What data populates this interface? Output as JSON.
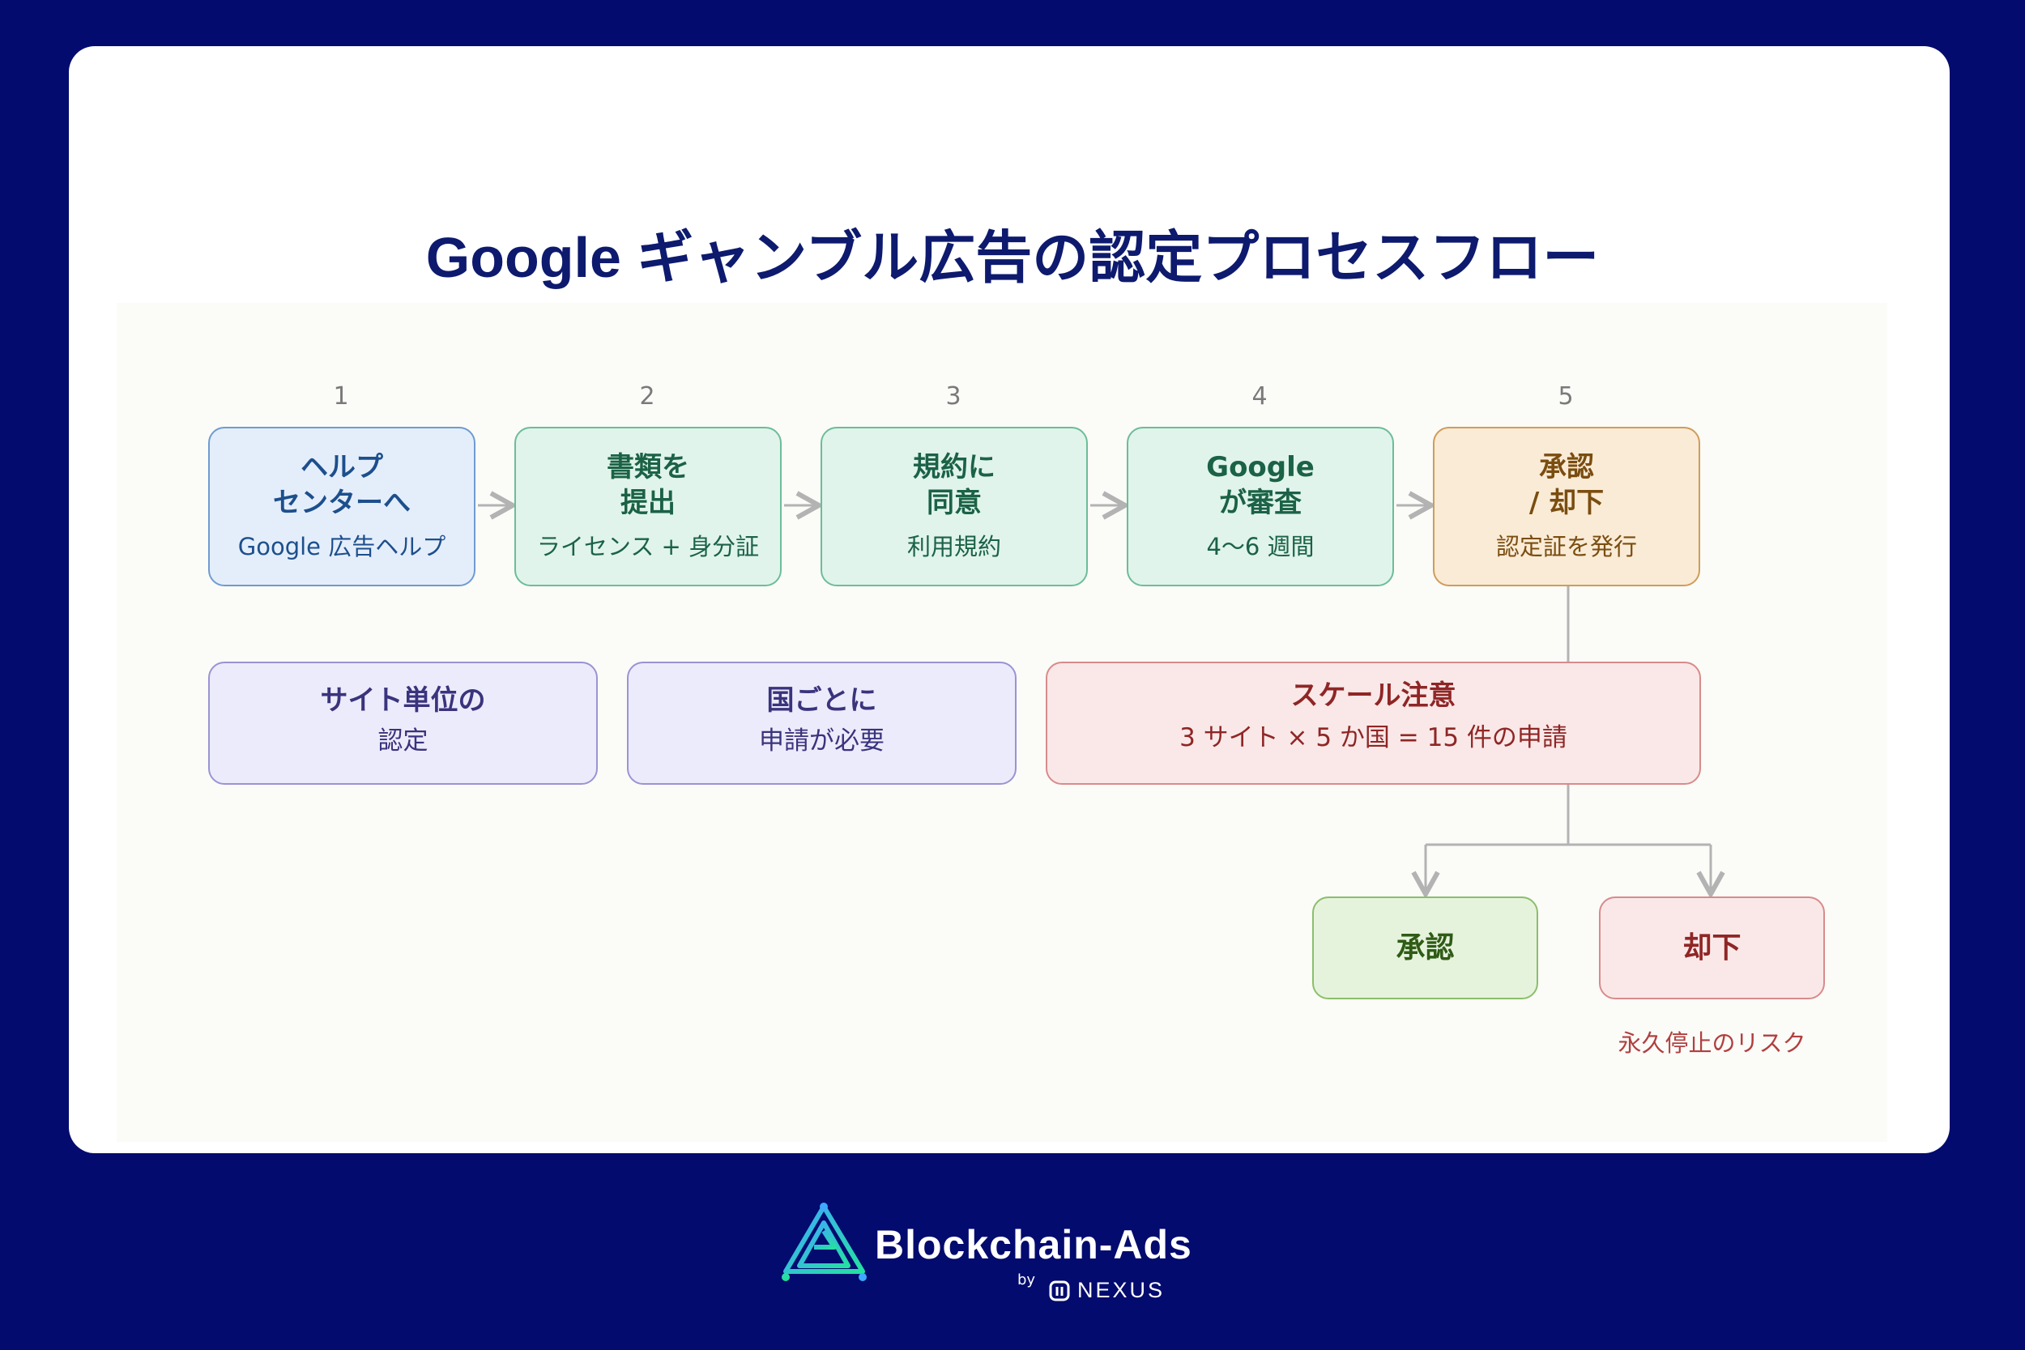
{
  "title": "Google ギャンブル広告の認定プロセスフロー",
  "steps": [
    {
      "num": "1",
      "title_line1": "ヘルプ",
      "title_line2": "センターへ",
      "sub": "Google 広告ヘルプ"
    },
    {
      "num": "2",
      "title_line1": "書類を",
      "title_line2": "提出",
      "sub": "ライセンス + 身分証"
    },
    {
      "num": "3",
      "title_line1": "規約に",
      "title_line2": "同意",
      "sub": "利用規約"
    },
    {
      "num": "4",
      "title_line1": "Google",
      "title_line2": "が審査",
      "sub": "4〜6 週間"
    },
    {
      "num": "5",
      "title_line1": "承認",
      "title_line2": "/ 却下",
      "sub": "認定証を発行"
    }
  ],
  "notes": [
    {
      "line1": "サイト単位の",
      "line2": "認定"
    },
    {
      "line1": "国ごとに",
      "line2": "申請が必要"
    },
    {
      "line1": "スケール注意",
      "line2": "3 サイト × 5 か国 = 15 件の申請"
    }
  ],
  "outcomes": {
    "approve": "承認",
    "reject": "却下",
    "reject_note": "永久停止のリスク"
  },
  "brand": {
    "name": "Blockchain-Ads",
    "by": "by",
    "parent": "NEXUS"
  },
  "colors": {
    "background": "#030b6e",
    "title": "#0d1a6e"
  }
}
